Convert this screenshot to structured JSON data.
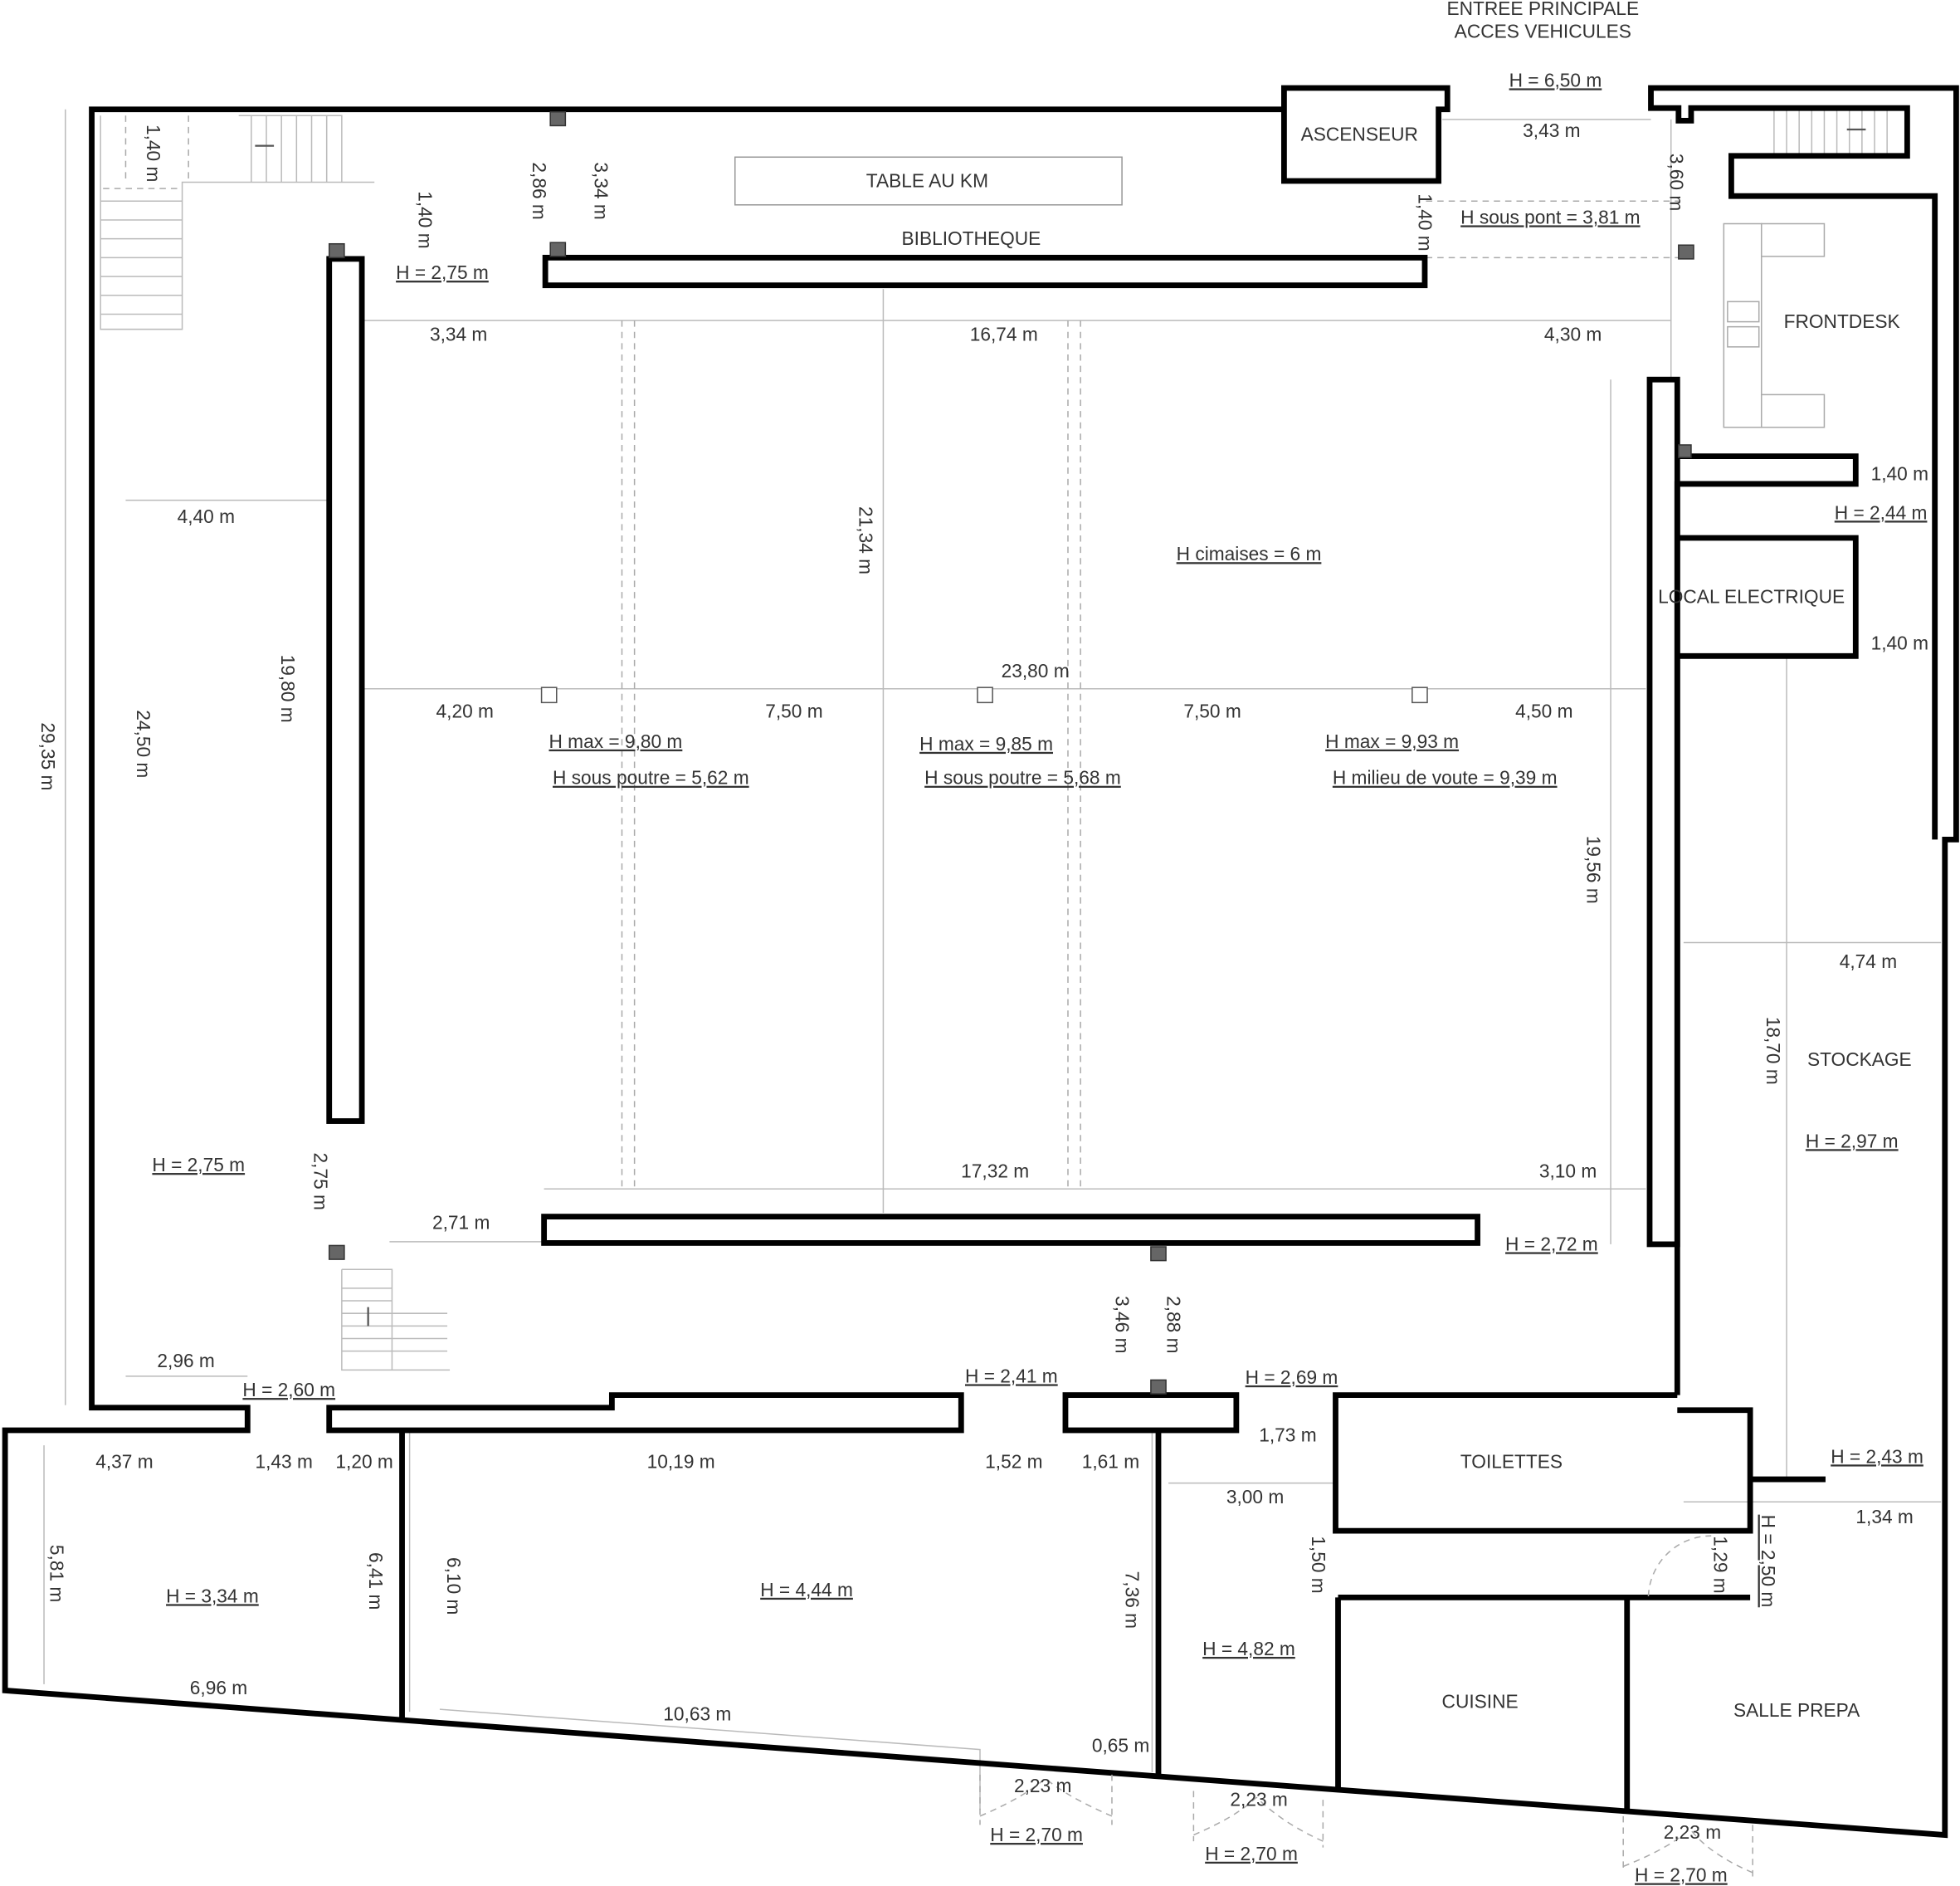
{
  "title": "Plan de salle",
  "rooms": [
    "ENTREE PRINCIPALE",
    "ACCES VEHICULES",
    "ASCENSEUR",
    "TABLE AU KM",
    "BIBLIOTHEQUE",
    "FRONTDESK",
    "LOCAL ELECTRIQUE",
    "STOCKAGE",
    "TOILETTES",
    "CUISINE",
    "SALLE PREPA"
  ],
  "heights": [
    "H = 6,50 m",
    "H sous pont = 3,81 m",
    "H = 2,75 m",
    "H cimaises = 6 m",
    "H = 2,44 m",
    "H max = 9,80 m",
    "H sous poutre = 5,62 m",
    "H max = 9,85 m",
    "H sous poutre = 5,68 m",
    "H max = 9,93 m",
    "H milieu de voute = 9,39 m",
    "H = 2,97 m",
    "H = 2,75 m",
    "H = 2,72 m",
    "H = 2,60 m",
    "H = 2,41 m",
    "H = 2,69 m",
    "H = 2,43 m",
    "H = 2,50 m",
    "H = 3,34 m",
    "H = 4,44 m",
    "H = 4,82 m",
    "H = 2,70 m",
    "H = 2,70 m",
    "H = 2,70 m"
  ],
  "dims_h": [
    "3,43 m",
    "3,34 m",
    "16,74 m",
    "4,30 m",
    "4,40 m",
    "1,40 m",
    "1,40 m",
    "23,80 m",
    "4,20 m",
    "7,50 m",
    "7,50 m",
    "4,50 m",
    "4,74 m",
    "17,32 m",
    "3,10 m",
    "2,71 m",
    "2,96 m",
    "1,73 m",
    "4,37 m",
    "1,43 m",
    "1,20 m",
    "10,19 m",
    "1,52 m",
    "1,61 m",
    "3,00 m",
    "1,34 m",
    "6,96 m",
    "10,63 m",
    "0,65 m",
    "2,23 m",
    "2,23 m",
    "2,23 m"
  ],
  "dims_v": [
    "1,40 m",
    "1,40 m",
    "2,86 m",
    "3,34 m",
    "1,40 m",
    "3,60 m",
    "21,34 m",
    "19,80 m",
    "29,35 m",
    "24,50 m",
    "19,56 m",
    "18,70 m",
    "2,75 m",
    "3,46 m",
    "2,88 m",
    "5,81 m",
    "6,41 m",
    "6,10 m",
    "7,36 m",
    "1,50 m",
    "1,29 m"
  ]
}
